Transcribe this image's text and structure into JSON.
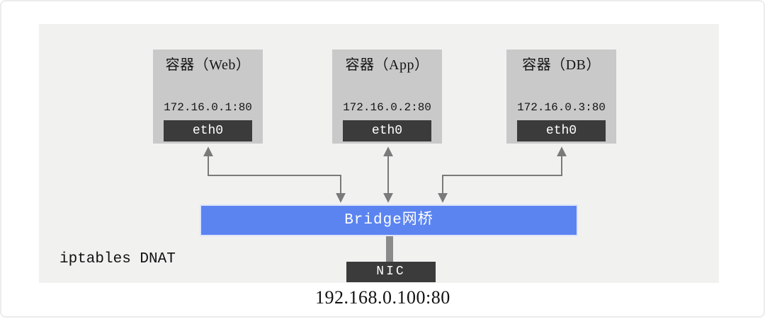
{
  "diagram": {
    "colors": {
      "panel_bg": "#f1f1f0",
      "container_bg": "#c9c9c9",
      "interface_bg": "#3b3b3b",
      "bridge_bg": "#5b84f1",
      "connector_gray": "#8a8a8a",
      "arrow_gray": "#7a7a7a"
    },
    "containers": [
      {
        "title": "容器（Web）",
        "ip": "172.16.0.1:80",
        "iface": "eth0"
      },
      {
        "title": "容器（App）",
        "ip": "172.16.0.2:80",
        "iface": "eth0"
      },
      {
        "title": "容器（DB）",
        "ip": "172.16.0.3:80",
        "iface": "eth0"
      }
    ],
    "bridge_label": "Bridge网桥",
    "nic_label": "NIC",
    "annotation": "iptables DNAT",
    "host_address": "192.168.0.100:80"
  }
}
